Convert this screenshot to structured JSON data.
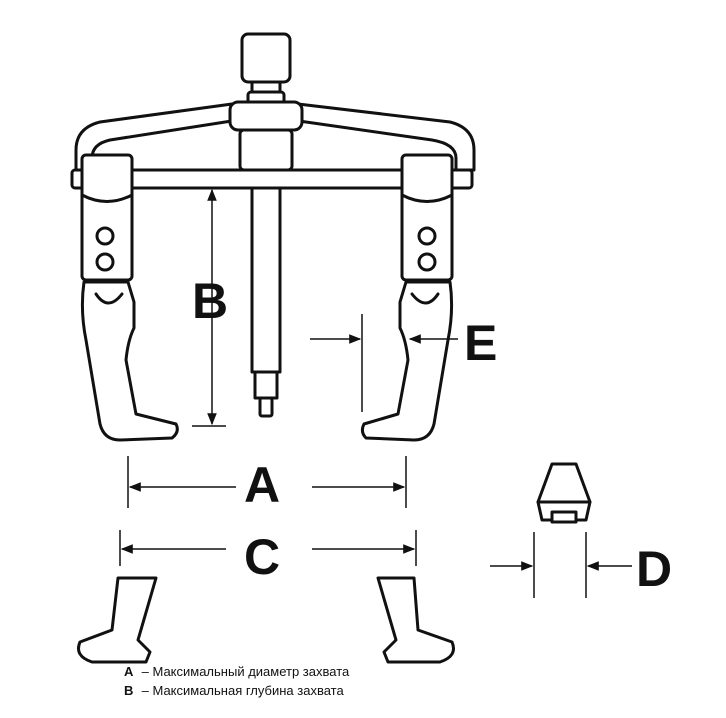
{
  "colors": {
    "ink": "#111111",
    "paper": "#ffffff"
  },
  "dimensions": {
    "a": "A",
    "b": "B",
    "c": "C",
    "d": "D",
    "e": "E"
  },
  "legend": [
    {
      "key": "A",
      "text": "– Максимальный диаметр захвата"
    },
    {
      "key": "B",
      "text": "–  Максимальная глубина захвата"
    }
  ]
}
